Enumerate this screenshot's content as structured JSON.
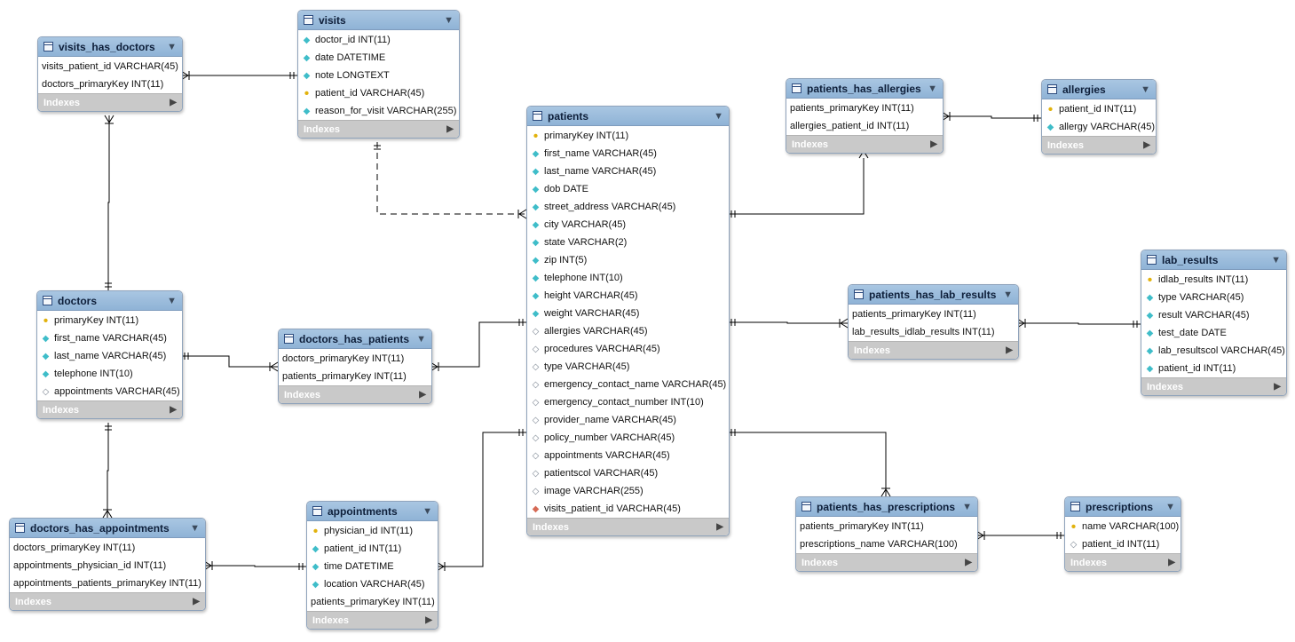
{
  "tables": [
    {
      "id": "visits_has_doctors",
      "title": "visits_has_doctors",
      "index_label": "Indexes",
      "columns": [
        {
          "icon": "none",
          "text": "visits_patient_id VARCHAR(45)"
        },
        {
          "icon": "none",
          "text": "doctors_primaryKey INT(11)"
        }
      ]
    },
    {
      "id": "visits",
      "title": "visits",
      "index_label": "Indexes",
      "columns": [
        {
          "icon": "notnull",
          "text": "doctor_id INT(11)"
        },
        {
          "icon": "notnull",
          "text": "date DATETIME"
        },
        {
          "icon": "notnull",
          "text": "note LONGTEXT"
        },
        {
          "icon": "key",
          "text": "patient_id VARCHAR(45)"
        },
        {
          "icon": "notnull",
          "text": "reason_for_visit VARCHAR(255)"
        }
      ]
    },
    {
      "id": "patients",
      "title": "patients",
      "index_label": "Indexes",
      "columns": [
        {
          "icon": "key",
          "text": "primaryKey INT(11)"
        },
        {
          "icon": "notnull",
          "text": "first_name VARCHAR(45)"
        },
        {
          "icon": "notnull",
          "text": "last_name VARCHAR(45)"
        },
        {
          "icon": "notnull",
          "text": "dob DATE"
        },
        {
          "icon": "notnull",
          "text": "street_address VARCHAR(45)"
        },
        {
          "icon": "notnull",
          "text": "city VARCHAR(45)"
        },
        {
          "icon": "notnull",
          "text": "state VARCHAR(2)"
        },
        {
          "icon": "notnull",
          "text": "zip INT(5)"
        },
        {
          "icon": "notnull",
          "text": "telephone INT(10)"
        },
        {
          "icon": "notnull",
          "text": "height VARCHAR(45)"
        },
        {
          "icon": "notnull",
          "text": "weight VARCHAR(45)"
        },
        {
          "icon": "nullable",
          "text": "allergies VARCHAR(45)"
        },
        {
          "icon": "nullable",
          "text": "procedures VARCHAR(45)"
        },
        {
          "icon": "nullable",
          "text": "type VARCHAR(45)"
        },
        {
          "icon": "nullable",
          "text": "emergency_contact_name VARCHAR(45)"
        },
        {
          "icon": "nullable",
          "text": "emergency_contact_number INT(10)"
        },
        {
          "icon": "nullable",
          "text": "provider_name VARCHAR(45)"
        },
        {
          "icon": "nullable",
          "text": "policy_number VARCHAR(45)"
        },
        {
          "icon": "nullable",
          "text": "appointments VARCHAR(45)"
        },
        {
          "icon": "nullable",
          "text": "patientscol VARCHAR(45)"
        },
        {
          "icon": "nullable",
          "text": "image VARCHAR(255)"
        },
        {
          "icon": "fk",
          "text": "visits_patient_id VARCHAR(45)"
        }
      ]
    },
    {
      "id": "patients_has_allergies",
      "title": "patients_has_allergies",
      "index_label": "Indexes",
      "columns": [
        {
          "icon": "none",
          "text": "patients_primaryKey INT(11)"
        },
        {
          "icon": "none",
          "text": "allergies_patient_id INT(11)"
        }
      ]
    },
    {
      "id": "allergies",
      "title": "allergies",
      "index_label": "Indexes",
      "columns": [
        {
          "icon": "key",
          "text": "patient_id INT(11)"
        },
        {
          "icon": "notnull",
          "text": "allergy VARCHAR(45)"
        }
      ]
    },
    {
      "id": "doctors",
      "title": "doctors",
      "index_label": "Indexes",
      "columns": [
        {
          "icon": "key",
          "text": "primaryKey INT(11)"
        },
        {
          "icon": "notnull",
          "text": "first_name VARCHAR(45)"
        },
        {
          "icon": "notnull",
          "text": "last_name VARCHAR(45)"
        },
        {
          "icon": "notnull",
          "text": "telephone INT(10)"
        },
        {
          "icon": "nullable",
          "text": "appointments VARCHAR(45)"
        }
      ]
    },
    {
      "id": "doctors_has_patients",
      "title": "doctors_has_patients",
      "index_label": "Indexes",
      "columns": [
        {
          "icon": "none",
          "text": "doctors_primaryKey INT(11)"
        },
        {
          "icon": "none",
          "text": "patients_primaryKey INT(11)"
        }
      ]
    },
    {
      "id": "patients_has_lab_results",
      "title": "patients_has_lab_results",
      "index_label": "Indexes",
      "columns": [
        {
          "icon": "none",
          "text": "patients_primaryKey INT(11)"
        },
        {
          "icon": "none",
          "text": "lab_results_idlab_results INT(11)"
        }
      ]
    },
    {
      "id": "lab_results",
      "title": "lab_results",
      "index_label": "Indexes",
      "columns": [
        {
          "icon": "key",
          "text": "idlab_results INT(11)"
        },
        {
          "icon": "notnull",
          "text": "type VARCHAR(45)"
        },
        {
          "icon": "notnull",
          "text": "result VARCHAR(45)"
        },
        {
          "icon": "notnull",
          "text": "test_date DATE"
        },
        {
          "icon": "notnull",
          "text": "lab_resultscol VARCHAR(45)"
        },
        {
          "icon": "notnull",
          "text": "patient_id INT(11)"
        }
      ]
    },
    {
      "id": "doctors_has_appointments",
      "title": "doctors_has_appointments",
      "index_label": "Indexes",
      "columns": [
        {
          "icon": "none",
          "text": "doctors_primaryKey INT(11)"
        },
        {
          "icon": "none",
          "text": "appointments_physician_id INT(11)"
        },
        {
          "icon": "none",
          "text": "appointments_patients_primaryKey INT(11)"
        }
      ]
    },
    {
      "id": "appointments",
      "title": "appointments",
      "index_label": "Indexes",
      "columns": [
        {
          "icon": "key",
          "text": "physician_id INT(11)"
        },
        {
          "icon": "notnull",
          "text": "patient_id INT(11)"
        },
        {
          "icon": "notnull",
          "text": "time DATETIME"
        },
        {
          "icon": "notnull",
          "text": "location VARCHAR(45)"
        },
        {
          "icon": "none",
          "text": "patients_primaryKey INT(11)"
        }
      ]
    },
    {
      "id": "patients_has_prescriptions",
      "title": "patients_has_prescriptions",
      "index_label": "Indexes",
      "columns": [
        {
          "icon": "none",
          "text": "patients_primaryKey INT(11)"
        },
        {
          "icon": "none",
          "text": "prescriptions_name VARCHAR(100)"
        }
      ]
    },
    {
      "id": "prescriptions",
      "title": "prescriptions",
      "index_label": "Indexes",
      "columns": [
        {
          "icon": "key",
          "text": "name VARCHAR(100)"
        },
        {
          "icon": "nullable",
          "text": "patient_id INT(11)"
        }
      ]
    }
  ],
  "icons": {
    "key": "key-icon",
    "notnull": "filled-diamond-icon",
    "nullable": "hollow-diamond-icon",
    "fk": "foreign-key-diamond-icon",
    "table": "table-icon",
    "collapse": "collapse-arrow-icon",
    "expand": "expand-arrow-icon"
  },
  "colors": {
    "header": "#9dbcdc",
    "index_bar": "#c9c9c9",
    "key": "#e2b20c",
    "notnull": "#3fbdc9",
    "fk": "#d66a55",
    "line": "#000000"
  },
  "relationships": [
    {
      "from": "visits_has_doctors",
      "to": "visits",
      "style": "solid"
    },
    {
      "from": "visits_has_doctors",
      "to": "doctors",
      "style": "solid"
    },
    {
      "from": "visits",
      "to": "patients",
      "style": "dashed"
    },
    {
      "from": "patients_has_allergies",
      "to": "patients",
      "style": "solid"
    },
    {
      "from": "patients_has_allergies",
      "to": "allergies",
      "style": "solid"
    },
    {
      "from": "doctors_has_patients",
      "to": "doctors",
      "style": "solid"
    },
    {
      "from": "doctors_has_patients",
      "to": "patients",
      "style": "solid"
    },
    {
      "from": "patients_has_lab_results",
      "to": "patients",
      "style": "solid"
    },
    {
      "from": "patients_has_lab_results",
      "to": "lab_results",
      "style": "solid"
    },
    {
      "from": "doctors_has_appointments",
      "to": "doctors",
      "style": "solid"
    },
    {
      "from": "doctors_has_appointments",
      "to": "appointments",
      "style": "solid"
    },
    {
      "from": "appointments",
      "to": "patients",
      "style": "solid"
    },
    {
      "from": "patients_has_prescriptions",
      "to": "patients",
      "style": "solid"
    },
    {
      "from": "patients_has_prescriptions",
      "to": "prescriptions",
      "style": "solid"
    }
  ]
}
